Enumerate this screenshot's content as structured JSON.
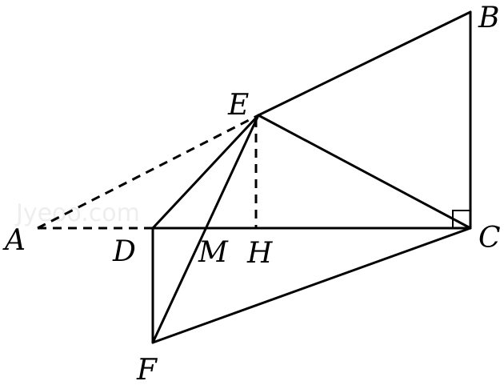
{
  "diagram": {
    "watermark": "Jyeoo.com",
    "points": {
      "A": "A",
      "B": "B",
      "C": "C",
      "D": "D",
      "E": "E",
      "F": "F",
      "M": "M",
      "H": "H"
    }
  }
}
